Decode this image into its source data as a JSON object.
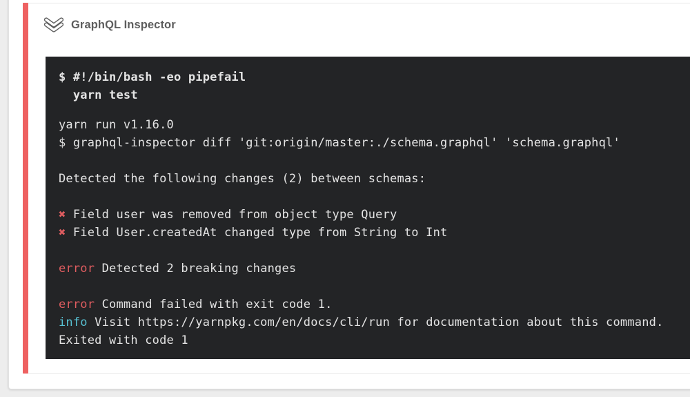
{
  "page": {
    "background": "#ededed"
  },
  "card": {
    "background": "#ffffff",
    "border_color": "#e2e2e2"
  },
  "step": {
    "title": "GraphQL Inspector",
    "status_bar_color": "#ee6161",
    "collapse_icon": "chevron-double-down"
  },
  "terminal": {
    "background": "#232426",
    "text_color": "#e4e4e4",
    "bold_text_color": "#f5f5f5",
    "error_color": "#e05d60",
    "info_color": "#57c0d2",
    "command_lines": [
      [
        {
          "text": "$ #!/bin/bash -eo pipefail",
          "style": "plain"
        }
      ],
      [
        {
          "text": "  yarn test",
          "style": "plain"
        }
      ]
    ],
    "output_lines": [
      [
        {
          "text": "yarn run v1.16.0",
          "style": "plain"
        }
      ],
      [
        {
          "text": "$ graphql-inspector diff 'git:origin/master:./schema.graphql' 'schema.graphql'",
          "style": "plain"
        }
      ],
      [],
      [
        {
          "text": "Detected the following changes (2) between schemas:",
          "style": "plain"
        }
      ],
      [],
      [
        {
          "text": "✖",
          "style": "error"
        },
        {
          "text": " Field user was removed from object type Query",
          "style": "plain"
        }
      ],
      [
        {
          "text": "✖",
          "style": "error"
        },
        {
          "text": " Field User.createdAt changed type from String to Int",
          "style": "plain"
        }
      ],
      [],
      [
        {
          "text": "error",
          "style": "error"
        },
        {
          "text": " Detected 2 breaking changes",
          "style": "plain"
        }
      ],
      [],
      [
        {
          "text": "error",
          "style": "error"
        },
        {
          "text": " Command failed with exit code 1.",
          "style": "plain"
        }
      ],
      [
        {
          "text": "info",
          "style": "info"
        },
        {
          "text": " Visit https://yarnpkg.com/en/docs/cli/run for documentation about this command.",
          "style": "plain"
        }
      ],
      [
        {
          "text": "Exited with code 1",
          "style": "plain"
        }
      ]
    ]
  }
}
